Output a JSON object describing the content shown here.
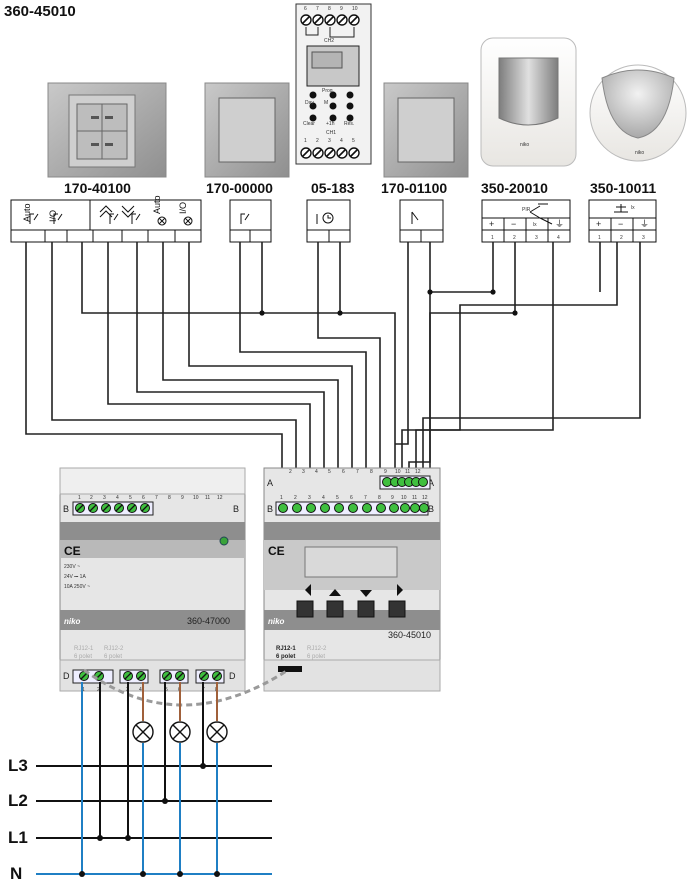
{
  "title": "360-45010",
  "components": {
    "switch4": "170-40100",
    "switch1": "170-00000",
    "timer": "05-183",
    "switch2": "170-01100",
    "pir": "350-20010",
    "lux": "350-10011"
  },
  "module_labels": {
    "auto": "Auto",
    "io": "I/O",
    "pir": "PIR",
    "lx": "lx"
  },
  "sensor_terminals": {
    "pir_signs": [
      "+",
      "−",
      "lx",
      "⏚"
    ],
    "pir_numbers": [
      "1",
      "2",
      "3",
      "4"
    ],
    "lux_signs": [
      "+",
      "−",
      "⏚"
    ],
    "lux_numbers": [
      "1",
      "2",
      "3"
    ]
  },
  "timer_device": {
    "top_numbers": [
      "6",
      "7",
      "8",
      "9",
      "10"
    ],
    "bottom_numbers": [
      "1",
      "2",
      "3",
      "4",
      "5"
    ],
    "ch2": "CH2",
    "ch1": "CH1",
    "buttons": [
      "Prog.",
      "Day",
      "M",
      "Clear",
      "+1h",
      "Res."
    ],
    "brand": "niko"
  },
  "dimmer_module": {
    "model": "360-47000",
    "brand": "niko",
    "ce": "CE",
    "specs": [
      "230V ~",
      "24V ⎓ 1A",
      "10A 250V ~"
    ],
    "rj": [
      "RJ12-1",
      "6 polet",
      "RJ12-2",
      "6 polet"
    ],
    "row_b": "B",
    "row_d": "D",
    "terminals_top": [
      "1",
      "2",
      "3",
      "4",
      "5",
      "6",
      "7",
      "8",
      "9",
      "10",
      "11",
      "12"
    ],
    "terminals_bottom": [
      "1",
      "2",
      "3",
      "4",
      "5",
      "6",
      "7",
      "8"
    ]
  },
  "controller_module": {
    "model": "360-45010",
    "brand": "niko",
    "ce": "CE",
    "rj": [
      "RJ12-1",
      "6 polet",
      "RJ12-2",
      "6 polet"
    ],
    "row_a": "A",
    "row_b": "B",
    "terminals": [
      "1",
      "2",
      "3",
      "4",
      "5",
      "6",
      "7",
      "8",
      "9",
      "10",
      "11",
      "12"
    ]
  },
  "bus_lines": [
    "L3",
    "L2",
    "L1",
    "N"
  ],
  "colors": {
    "line": "#111111",
    "neutral": "#1f7fc4",
    "device": "#d8d8d8",
    "panel": "#9a9a9a"
  }
}
